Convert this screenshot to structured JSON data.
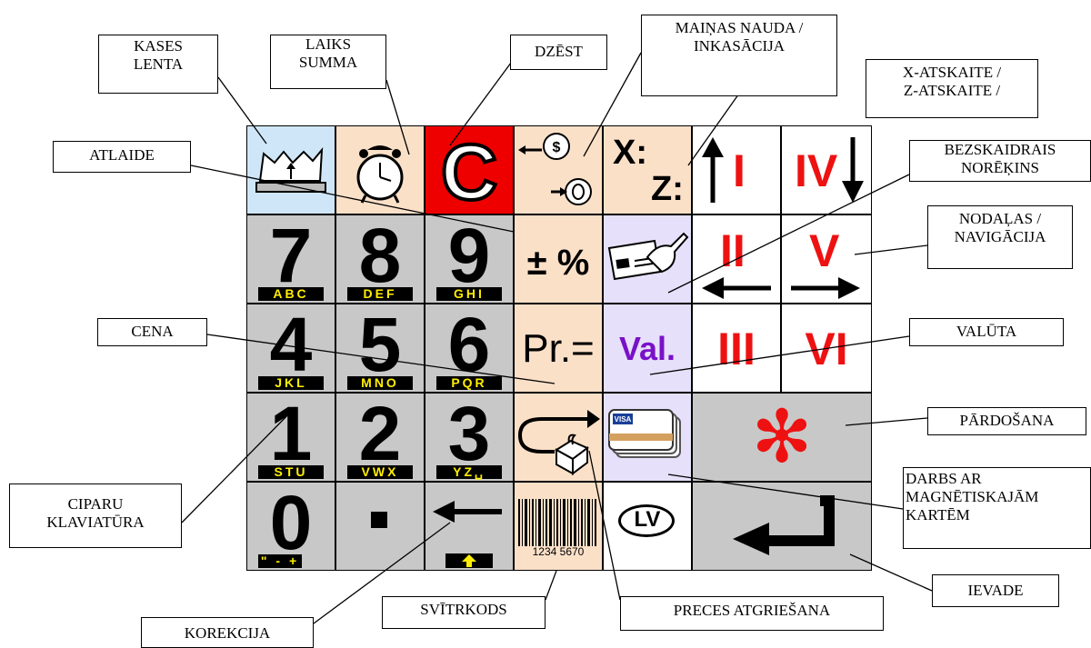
{
  "labels": {
    "kases_lenta": "KASES\nLENTA",
    "laiks_summa": "LAIKS\nSUMMA",
    "dzest": "DZĒST",
    "mainas_nauda": "MAIŅAS NAUDA /\nINKASĀCIJA",
    "x_z_atskaite": "X-ATSKAITE /\nZ-ATSKAITE /",
    "atlaide": "ATLAIDE",
    "bezskaidrais": "BEZSKAIDRAIS\nNORĒĶINS",
    "nodalas": "NODAĻAS /\nNAVIGĀCIJA",
    "cena": "CENA",
    "valuta": "VALŪTA",
    "pardosana": "PĀRDOŠANA",
    "magn_kartes": "DARBS AR\nMAGNĒTISKAJĀM\nKARTĒM",
    "ciparu": "CIPARU\nKLAVIATŪRA",
    "ievade": "IEVADE",
    "korekcija": "KOREKCIJA",
    "svitrkods": "SVĪTRKODS",
    "preces_atgriesana": "PRECES ATGRIEŠANA"
  },
  "keys": {
    "d7": "7",
    "l7": "ABC",
    "d8": "8",
    "l8": "DEF",
    "d9": "9",
    "l9": "GHI",
    "d4": "4",
    "l4": "JKL",
    "d5": "5",
    "l5": "MNO",
    "d6": "6",
    "l6": "PQR",
    "d1": "1",
    "l1": "STU",
    "d2": "2",
    "l2": "VWX",
    "d3": "3",
    "l3": "YZ␣",
    "d0": "0",
    "l0": "\" - +",
    "clear": "C",
    "discount": "± %",
    "price": "Pr.=",
    "currency": "Val.",
    "x": "X:",
    "z": "Z:",
    "r1": "I",
    "r2": "II",
    "r3": "III",
    "r4": "IV",
    "r5": "V",
    "r6": "VI",
    "barcode_digits": "1234 5670",
    "lv": "LV",
    "visa": "VISA",
    "sale": "✻"
  },
  "colors": {
    "gray": "#c8c8c8",
    "peach": "#fbe0c8",
    "lavender": "#e6e0fa",
    "blue": "#cfe6f8",
    "red": "#ee0000",
    "roman": "#ee1111",
    "currency": "#7a10c8"
  }
}
